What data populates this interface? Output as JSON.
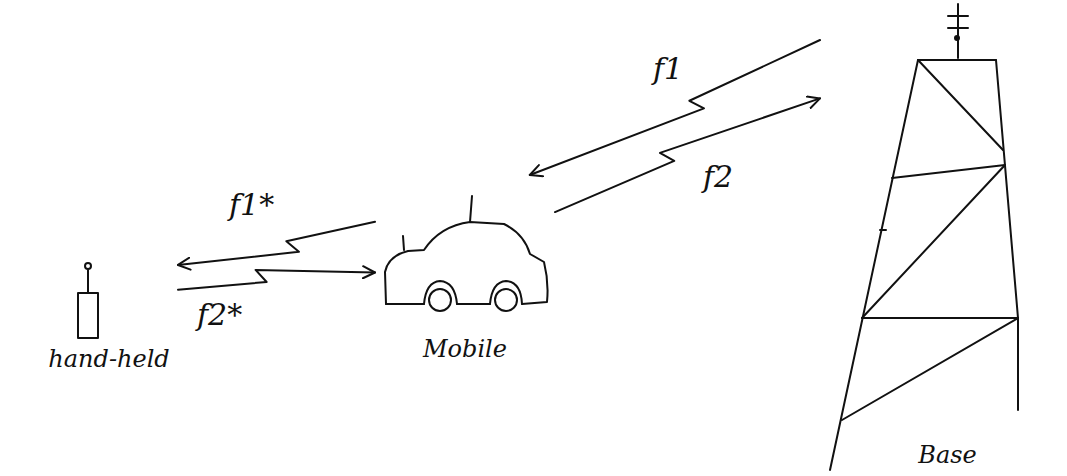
{
  "diagram": {
    "nodes": [
      {
        "text": [
          "hand-held"
        ]
      },
      {
        "text": [
          "Mobile"
        ]
      },
      {
        "text": [
          "Base"
        ]
      }
    ],
    "edges": [
      {
        "from": 2,
        "to": 1,
        "arrow": "to",
        "label": "f1"
      },
      {
        "from": 1,
        "to": 2,
        "arrow": "to",
        "label": "f2"
      },
      {
        "from": 1,
        "to": 0,
        "arrow": "to",
        "label": "f1*"
      },
      {
        "from": 0,
        "to": 1,
        "arrow": "to",
        "label": "f2*"
      }
    ]
  }
}
